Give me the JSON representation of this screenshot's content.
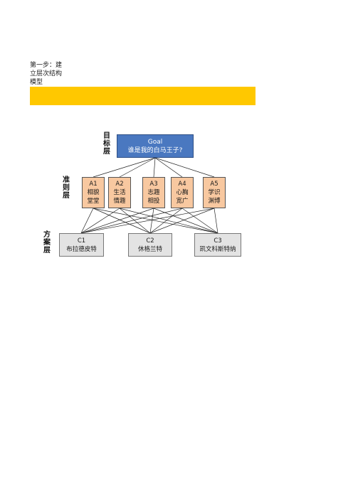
{
  "heading": {
    "lines": [
      "第一步：建",
      "立层次结构",
      "模型"
    ]
  },
  "colors": {
    "band": "#ffc800",
    "goal_fill": "#4a78c0",
    "criteria_fill": "#f8c8a0",
    "alternative_fill": "#e3e3e3"
  },
  "layer_labels": {
    "goal": "目标层",
    "criteria": "准则层",
    "alternatives": "方案层"
  },
  "goal": {
    "code": "Goal",
    "text": "谁是我的白马王子?"
  },
  "criteria": [
    {
      "code": "A1",
      "line1": "相貌",
      "line2": "堂堂"
    },
    {
      "code": "A2",
      "line1": "生活",
      "line2": "情趣"
    },
    {
      "code": "A3",
      "line1": "志趣",
      "line2": "相投"
    },
    {
      "code": "A4",
      "line1": "心胸",
      "line2": "宽广"
    },
    {
      "code": "A5",
      "line1": "学识",
      "line2": "渊博"
    }
  ],
  "alternatives": [
    {
      "code": "C1",
      "name": "布拉德皮特"
    },
    {
      "code": "C2",
      "name": "休格兰特"
    },
    {
      "code": "C3",
      "name": "凯文科斯特纳"
    }
  ]
}
